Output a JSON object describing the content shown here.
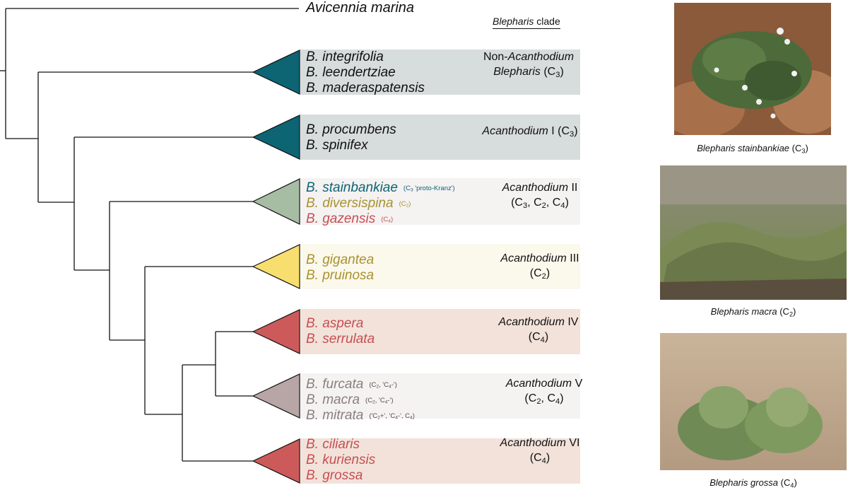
{
  "outgroup": "Avicennia marina",
  "header": {
    "genus": "Blepharis",
    "suffix": " clade"
  },
  "colors": {
    "teal": "#0d6473",
    "sage": "#a6bda4",
    "yellow": "#f7de6e",
    "red": "#cd5a5a",
    "mauve": "#b8a6a6",
    "c3_text": "#0d6473",
    "c2_text": "#a8922f",
    "c4_text": "#c64f52",
    "c2c4_text": "#8a7f7f",
    "band_grey": "#d7dcdd",
    "band_pale": "#f5f2f2",
    "band_cream": "#fbf8ec",
    "band_pink": "#f2e2da",
    "band_pink2": "#f2e2da"
  },
  "clades": [
    {
      "species": [
        "B. integrifolia",
        "B. leendertziae",
        "B. maderaspatensis"
      ],
      "notes": [
        "",
        "",
        ""
      ],
      "label_lines": [
        "Non-|Acanthodium|",
        "Blepharis (C3)"
      ]
    },
    {
      "species": [
        "B. procumbens",
        "B. spinifex"
      ],
      "notes": [
        "",
        ""
      ],
      "label_lines": [
        "Acanthodium I (C3)"
      ]
    },
    {
      "species": [
        "B. stainbankiae",
        "B. diversispina",
        "B. gazensis"
      ],
      "notes": [
        "(C3 'proto-Kranz')",
        "(C2)",
        "(C4)"
      ],
      "label_lines": [
        "Acanthodium II",
        "(C3, C2, C4)"
      ]
    },
    {
      "species": [
        "B. gigantea",
        "B. pruinosa"
      ],
      "notes": [
        "",
        ""
      ],
      "label_lines": [
        "Acanthodium III",
        "(C2)"
      ]
    },
    {
      "species": [
        "B. aspera",
        "B. serrulata"
      ],
      "notes": [
        "",
        ""
      ],
      "label_lines": [
        "Acanthodium IV",
        "(C4)"
      ]
    },
    {
      "species": [
        "B. furcata",
        "B. macra",
        "B. mitrata"
      ],
      "notes": [
        "(C2, 'C4-')",
        "(C2, 'C4-')",
        "('C2+', 'C4-', C4)"
      ],
      "label_lines": [
        "Acanthodium V",
        "(C2, C4)"
      ]
    },
    {
      "species": [
        "B. ciliaris",
        "B. kuriensis",
        "B. grossa"
      ],
      "notes": [
        "",
        "",
        ""
      ],
      "label_lines": [
        "Acanthodium VI",
        "(C4)"
      ]
    }
  ],
  "photos": [
    {
      "caption_species": "Blepharis stainbankiae",
      "caption_type": "(C3)"
    },
    {
      "caption_species": "Blepharis macra",
      "caption_type": "(C2)"
    },
    {
      "caption_species": "Blepharis grossa",
      "caption_type": "(C4)"
    }
  ]
}
